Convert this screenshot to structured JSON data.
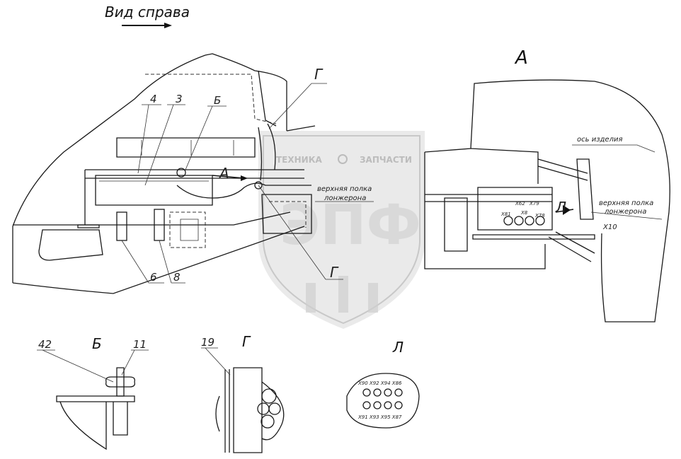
{
  "title": "Вид справа",
  "view_label_A": "А",
  "watermark": {
    "line1": "ТЕХНИКА",
    "line2": "ЗАПЧАСТИ",
    "logo_text": "ЭПФ"
  },
  "main_view": {
    "callouts": {
      "c4": "4",
      "c3": "3",
      "cB": "Б",
      "cG_top": "Г",
      "cA": "А",
      "cG_bottom": "Г",
      "c6": "6",
      "c8": "8"
    },
    "notes": {
      "upper_flange_l1": "верхняя полка",
      "upper_flange_l2": "лонжерона"
    }
  },
  "view_A": {
    "axis_label": "ось изделия",
    "upper_flange_l1": "верхняя полка",
    "upper_flange_l2": "лонжерона",
    "x10": "Х10",
    "l_label": "Л",
    "connectors": [
      "Х62",
      "Х79",
      "Х81",
      "Х8",
      "Х78"
    ]
  },
  "detail_B": {
    "title": "Б",
    "callout_42": "42",
    "callout_11": "11"
  },
  "detail_G": {
    "title": "Г",
    "callout_19": "19"
  },
  "detail_L": {
    "title": "Л",
    "top_row": "Х90 Х92 Х94 Х86",
    "bottom_row": "Х91 Х93 Х95 Х87"
  }
}
